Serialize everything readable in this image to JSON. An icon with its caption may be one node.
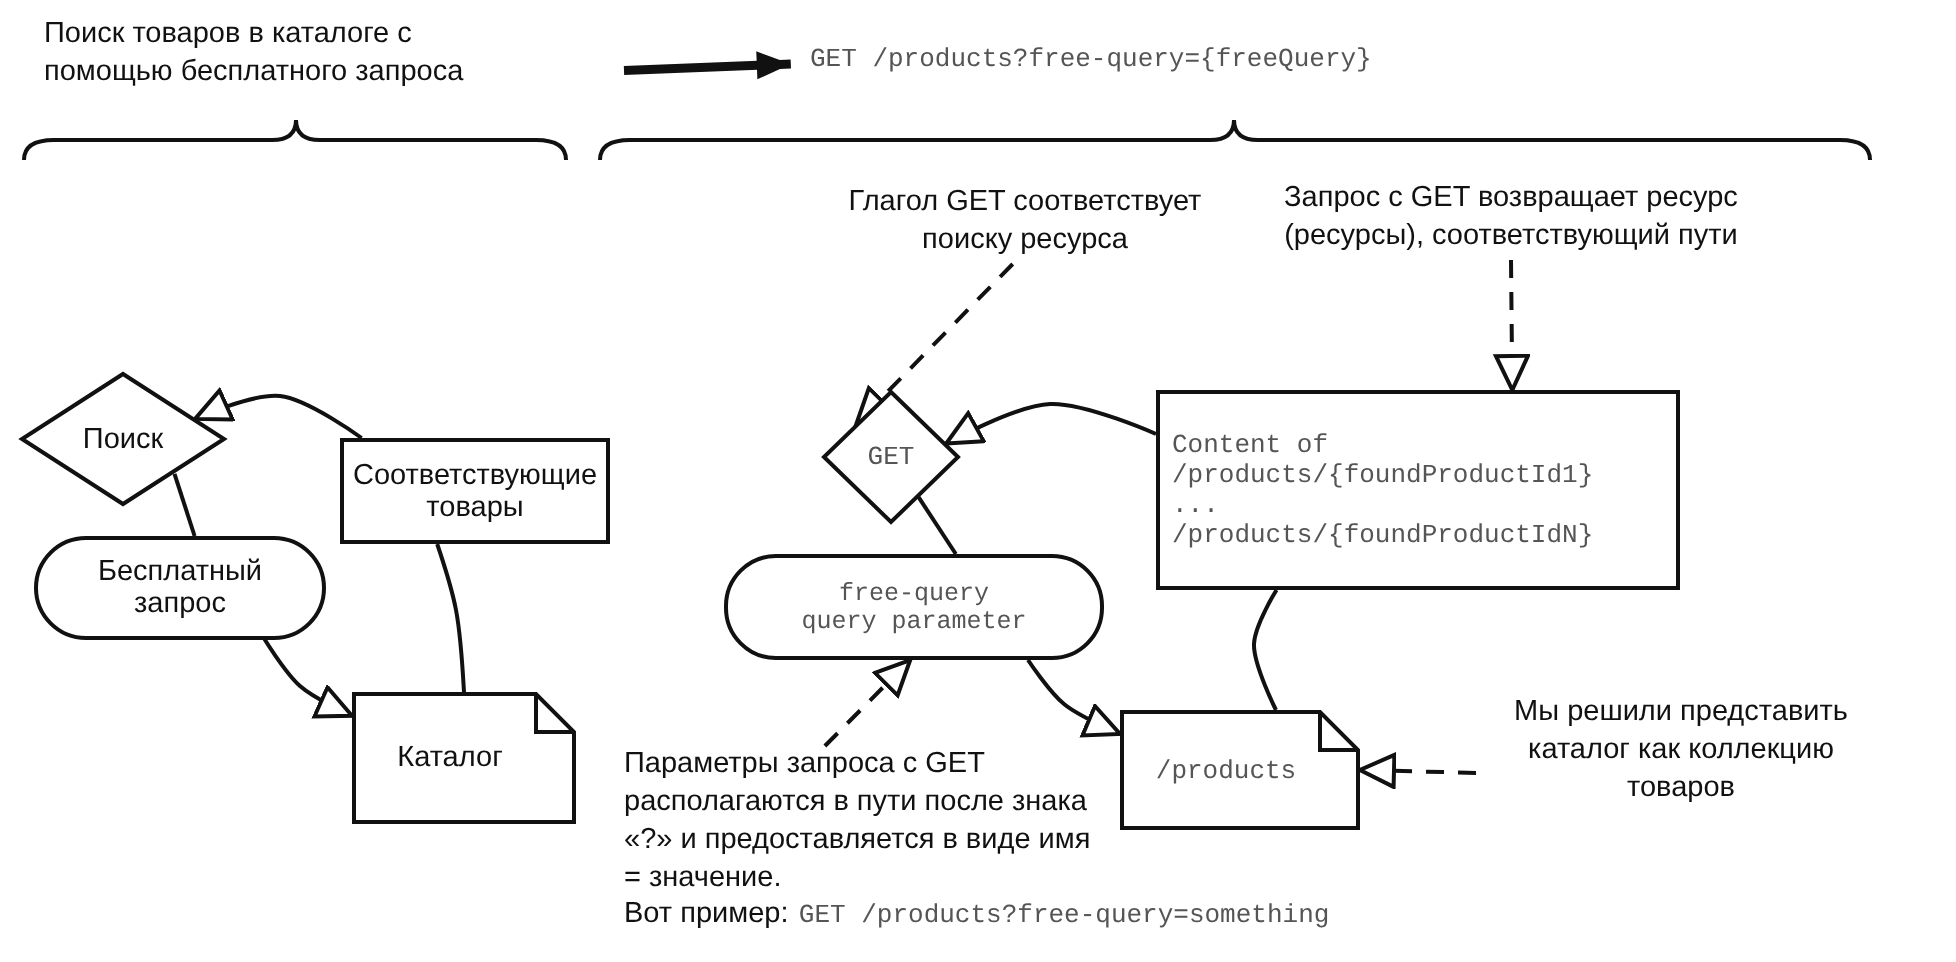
{
  "diagram": {
    "nodes": [
      {
        "text": [
          "Поиск товаров в каталоге с помощью бесплатного запроса"
        ]
      },
      {
        "text": [
          "GET /products?free-query={freeQuery}"
        ]
      },
      {
        "text": [
          "Поиск"
        ]
      },
      {
        "text": [
          "Соответствующие товары"
        ]
      },
      {
        "text": [
          "Бесплатный запрос"
        ]
      },
      {
        "text": [
          "Каталог"
        ]
      },
      {
        "text": [
          "Глагол GET соответствует поиску ресурса"
        ]
      },
      {
        "text": [
          "Запрос с GET возвращает ресурс (ресурсы), соответствующий пути"
        ]
      },
      {
        "text": [
          "GET"
        ]
      },
      {
        "text": [
          "Content of",
          "/products/{foundProductId1}",
          "...",
          "/products/{foundProductIdN}"
        ]
      },
      {
        "text": [
          "free-query query parameter"
        ]
      },
      {
        "text": [
          "/products"
        ]
      },
      {
        "text": [
          "Параметры запроса с GET располагаются в пути после знака «?» и предоставляется в виде имя = значение.",
          "Вот пример:",
          "GET /products?free-query=something"
        ]
      },
      {
        "text": [
          "Мы решили представить каталог как коллекцию товаров"
        ]
      }
    ],
    "edges": [
      {
        "from": 0,
        "to": 1,
        "arrow": "to",
        "style": "thick"
      },
      {
        "from": 3,
        "to": 2,
        "arrow": "to"
      },
      {
        "from": 2,
        "to": 4,
        "arrow": "none"
      },
      {
        "from": 4,
        "to": 5,
        "arrow": "to"
      },
      {
        "from": 5,
        "to": 3,
        "arrow": "none"
      },
      {
        "from": 6,
        "to": 8,
        "arrow": "to",
        "style": "dashed"
      },
      {
        "from": 7,
        "to": 9,
        "arrow": "to",
        "style": "dashed"
      },
      {
        "from": 9,
        "to": 8,
        "arrow": "to"
      },
      {
        "from": 8,
        "to": 10,
        "arrow": "none"
      },
      {
        "from": 10,
        "to": 11,
        "arrow": "to"
      },
      {
        "from": 11,
        "to": 9,
        "arrow": "none"
      },
      {
        "from": 12,
        "to": 10,
        "arrow": "to",
        "style": "dashed"
      },
      {
        "from": 13,
        "to": 11,
        "arrow": "to",
        "style": "dashed"
      }
    ]
  }
}
